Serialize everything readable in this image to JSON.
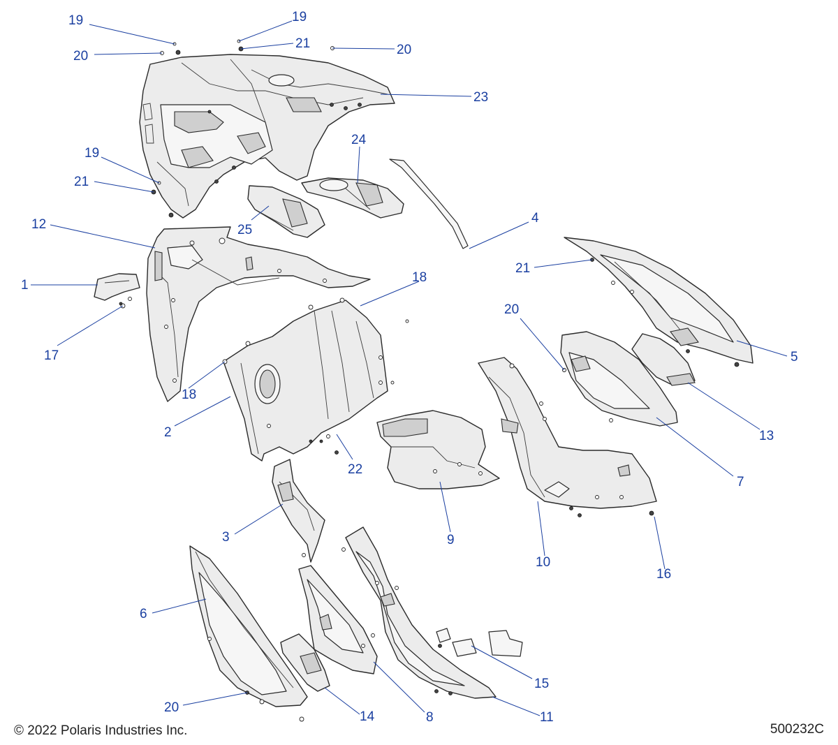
{
  "footer": {
    "copyright": "© 2022 Polaris Industries Inc.",
    "drawing_number": "500232C"
  },
  "callouts": [
    {
      "id": "c19a",
      "label": "19"
    },
    {
      "id": "c19b",
      "label": "19"
    },
    {
      "id": "c20a",
      "label": "20"
    },
    {
      "id": "c21a",
      "label": "21"
    },
    {
      "id": "c20b",
      "label": "20"
    },
    {
      "id": "c23",
      "label": "23"
    },
    {
      "id": "c24",
      "label": "24"
    },
    {
      "id": "c19c",
      "label": "19"
    },
    {
      "id": "c21b",
      "label": "21"
    },
    {
      "id": "c4",
      "label": "4"
    },
    {
      "id": "c25",
      "label": "25"
    },
    {
      "id": "c12",
      "label": "12"
    },
    {
      "id": "c21c",
      "label": "21"
    },
    {
      "id": "c18a",
      "label": "18"
    },
    {
      "id": "c1",
      "label": "1"
    },
    {
      "id": "c20c",
      "label": "20"
    },
    {
      "id": "c5",
      "label": "5"
    },
    {
      "id": "c17",
      "label": "17"
    },
    {
      "id": "c18b",
      "label": "18"
    },
    {
      "id": "c2",
      "label": "2"
    },
    {
      "id": "c13",
      "label": "13"
    },
    {
      "id": "c22",
      "label": "22"
    },
    {
      "id": "c7",
      "label": "7"
    },
    {
      "id": "c3",
      "label": "3"
    },
    {
      "id": "c9",
      "label": "9"
    },
    {
      "id": "c10",
      "label": "10"
    },
    {
      "id": "c16",
      "label": "16"
    },
    {
      "id": "c6",
      "label": "6"
    },
    {
      "id": "c15",
      "label": "15"
    },
    {
      "id": "c20d",
      "label": "20"
    },
    {
      "id": "c14",
      "label": "14"
    },
    {
      "id": "c8",
      "label": "8"
    },
    {
      "id": "c11",
      "label": "11"
    }
  ]
}
